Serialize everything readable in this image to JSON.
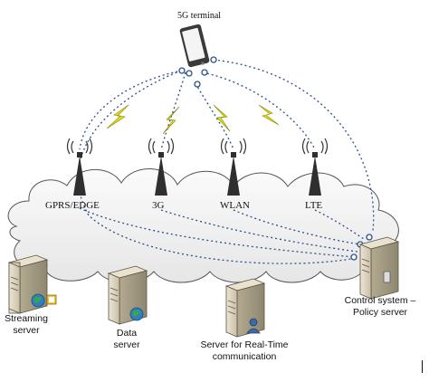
{
  "title": "5G terminal",
  "networks": [
    {
      "label": "GPRS/EDGE"
    },
    {
      "label": "3G"
    },
    {
      "label": "WLAN"
    },
    {
      "label": "LTE"
    }
  ],
  "servers": [
    {
      "label_line1": "Streaming",
      "label_line2": "server"
    },
    {
      "label_line1": "Data",
      "label_line2": "server"
    },
    {
      "label_line1": "Server for Real-Time",
      "label_line2": "communication"
    },
    {
      "label_line1": "Control system –",
      "label_line2": "Policy server"
    }
  ],
  "colors": {
    "link": "#2b4f8f",
    "lightning": "#e2df10",
    "cloud_fill": "#f2f2f2",
    "cloud_stroke": "#555555",
    "server_front": "#d9d1bd",
    "server_side": "#a89f87"
  }
}
